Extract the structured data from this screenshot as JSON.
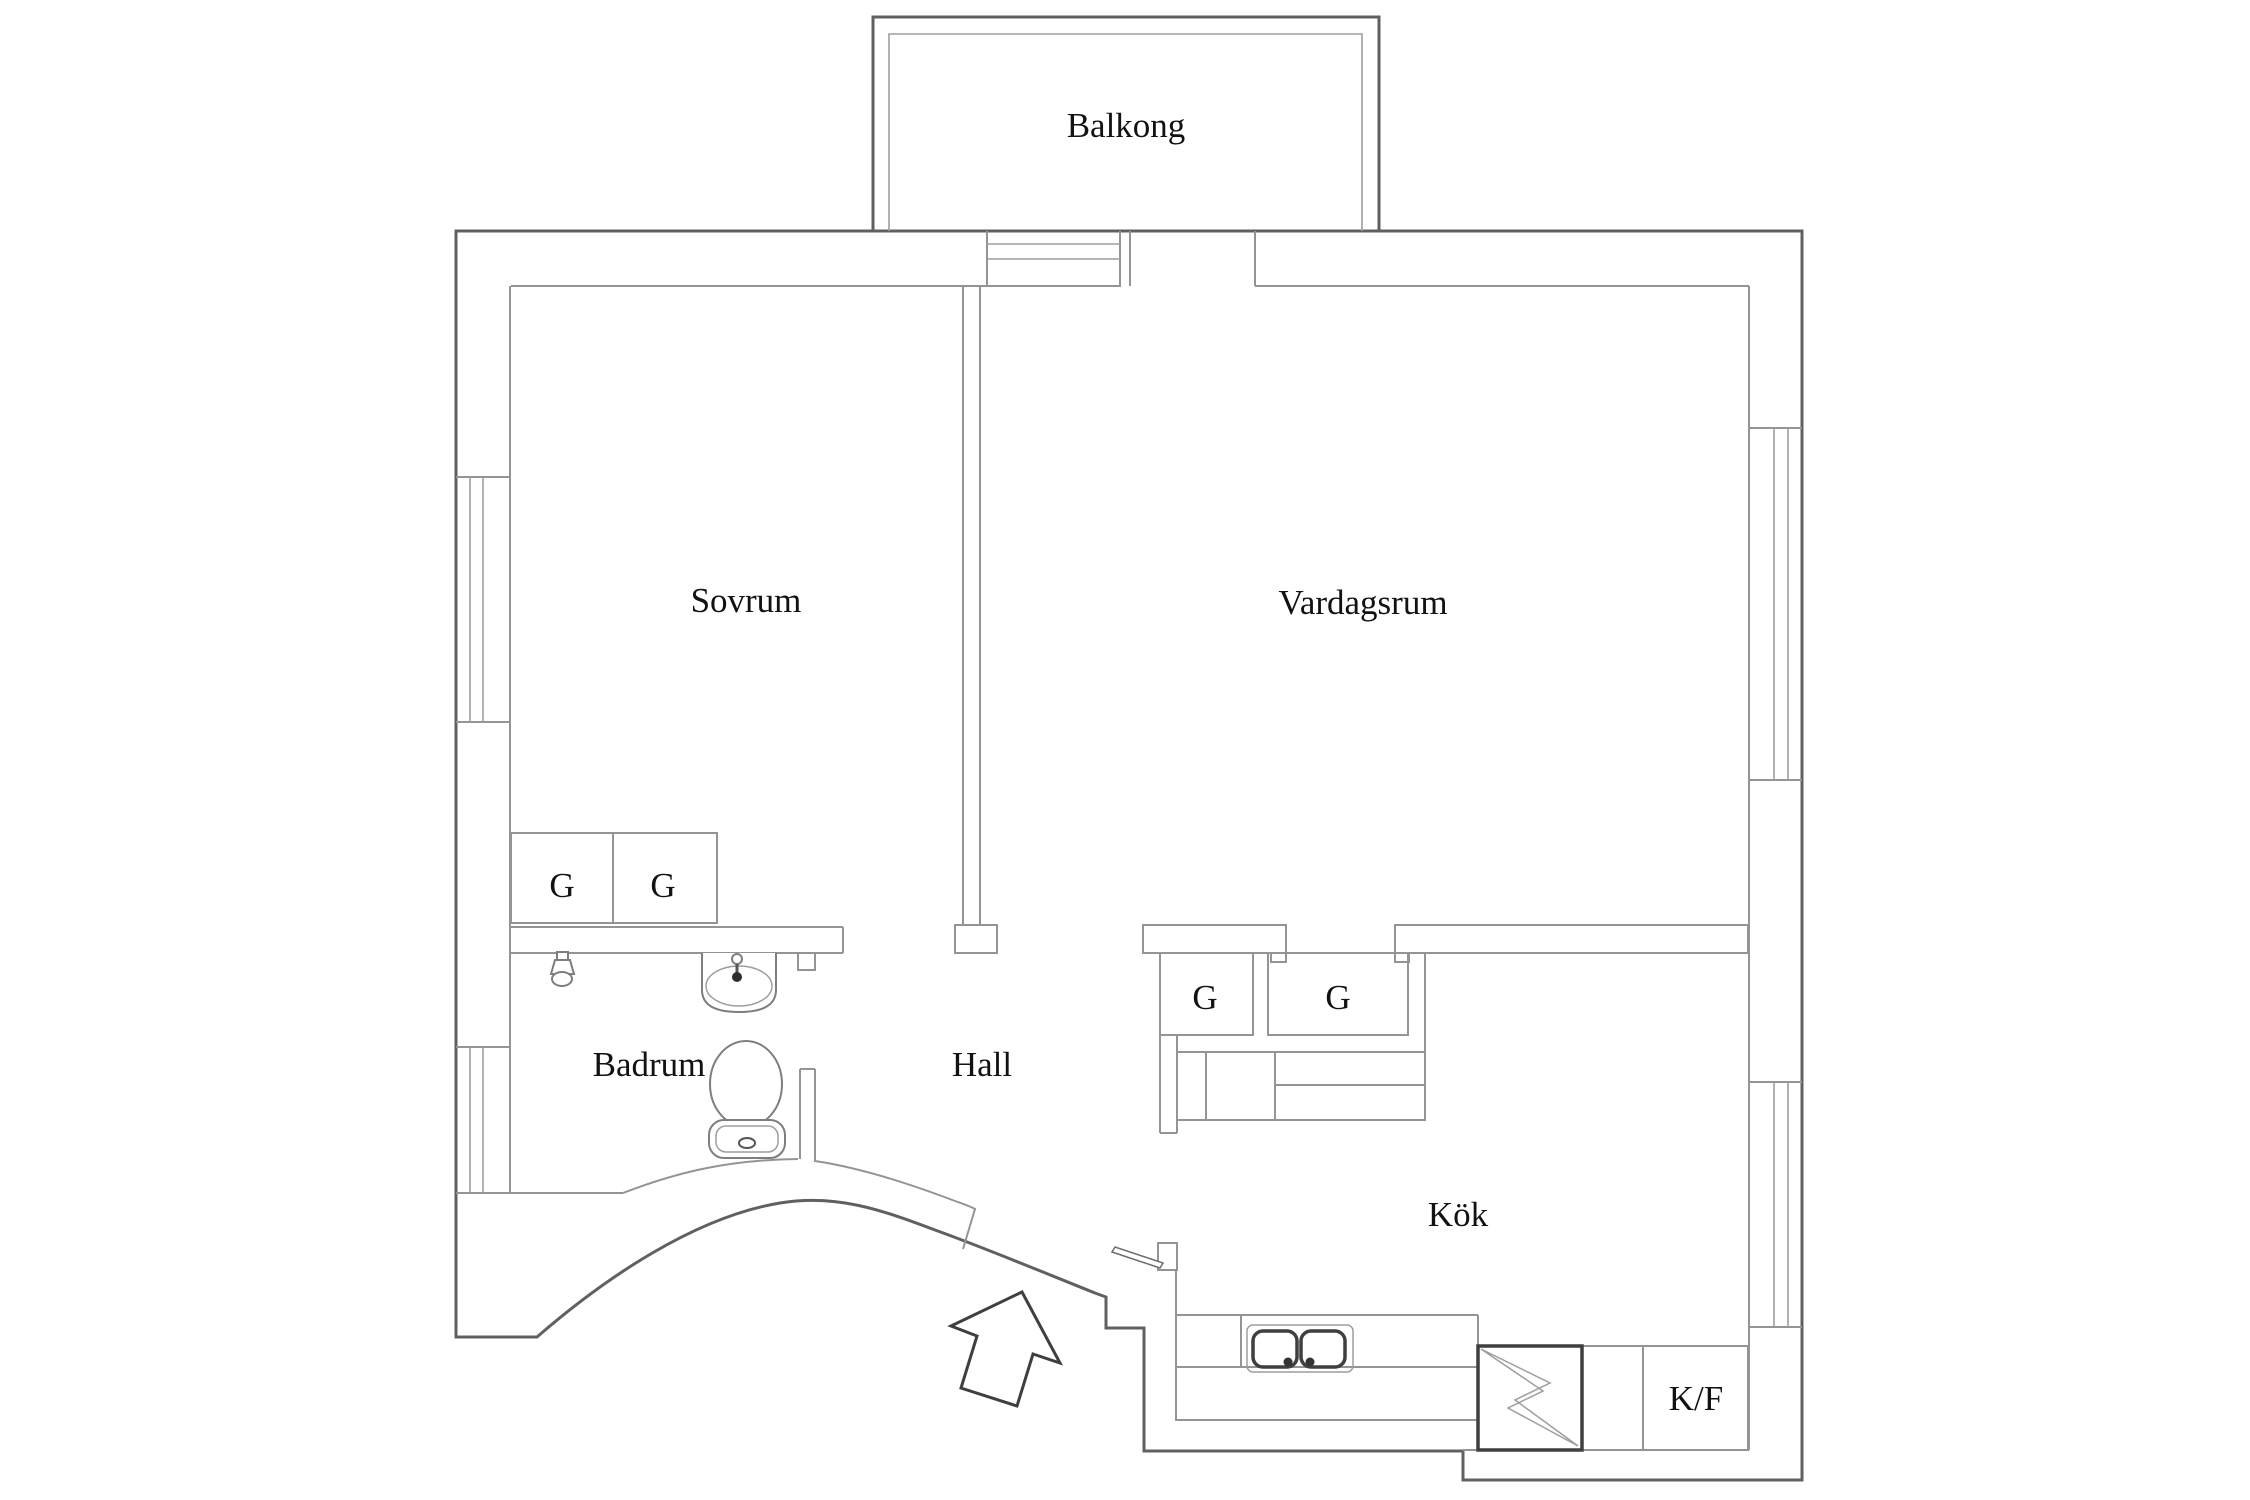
{
  "title": "Apartment floor plan",
  "colors": {
    "bg": "#ffffff",
    "wall-outer": "#606060",
    "wall-inner": "#949494",
    "wall-thin": "#9e9e9e",
    "fixture": "#7e7e7e",
    "accent-dark": "#3f3f3f",
    "text": "#121212"
  },
  "labels": {
    "balcony": "Balkong",
    "bedroom": "Sovrum",
    "living_room": "Vardagsrum",
    "bathroom": "Badrum",
    "hall": "Hall",
    "kitchen": "Kök",
    "fridge_freezer": "K/F",
    "wardrobe_bedroom_1": "G",
    "wardrobe_bedroom_2": "G",
    "wardrobe_hall_1": "G",
    "wardrobe_hall_2": "G"
  },
  "icons": {
    "entrance_arrow": "block arrow pointing up toward entrance door",
    "stove": "square with lightning bolt (electric stove)",
    "kitchen_sink": "double basin sink",
    "bathroom_sink": "wash basin with faucet",
    "toilet": "toilet seen from above",
    "shower_tap": "small tap on bathroom wall",
    "entrance_door": "open door leaf at entrance",
    "windows": "triple-line window symbols in exterior walls",
    "balcony_door": "threshold steps under balcony opening"
  }
}
